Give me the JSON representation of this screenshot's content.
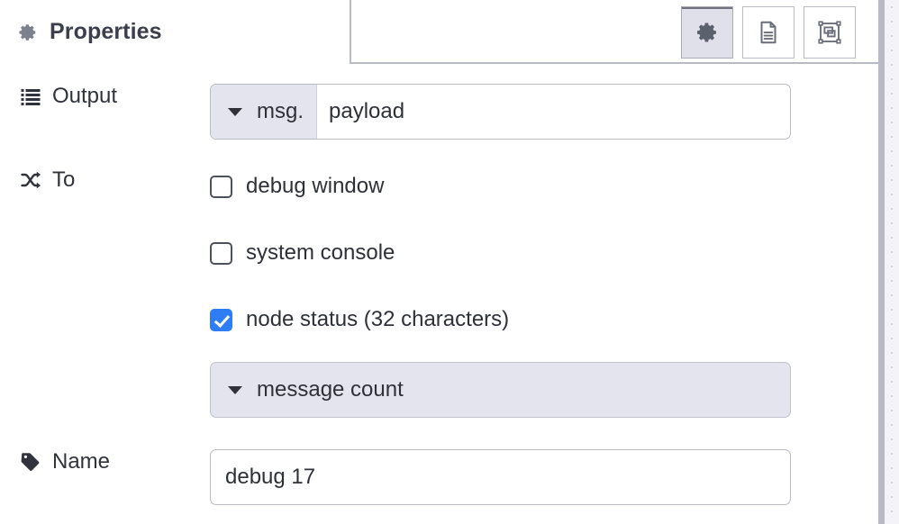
{
  "panel": {
    "tab": {
      "icon": "gear-icon",
      "title": "Properties"
    },
    "toolbar_buttons": [
      {
        "name": "properties-tab-button",
        "icon": "gear-icon",
        "active": true
      },
      {
        "name": "description-tab-button",
        "icon": "document-icon",
        "active": false
      },
      {
        "name": "appearance-tab-button",
        "icon": "appearance-icon",
        "active": false
      }
    ]
  },
  "form": {
    "output": {
      "icon": "list-icon",
      "label": "Output",
      "type_prefix": "msg.",
      "value": "payload",
      "placeholder": "payload"
    },
    "to": {
      "icon": "shuffle-icon",
      "label": "To",
      "options": [
        {
          "label": "debug window",
          "checked": false
        },
        {
          "label": "system console",
          "checked": false
        },
        {
          "label": "node status (32 characters)",
          "checked": true
        }
      ],
      "status_select": {
        "value": "message count"
      }
    },
    "name": {
      "icon": "tag-icon",
      "label": "Name",
      "value": "debug 17",
      "placeholder": "Name"
    }
  },
  "colors": {
    "accent_checked": "#2f7df4",
    "field_prefix_bg": "#e4e4ef",
    "border": "#b9bbc5",
    "text": "#2e3138"
  }
}
